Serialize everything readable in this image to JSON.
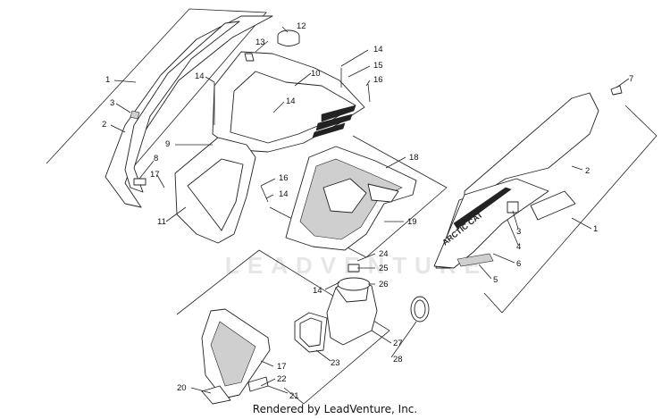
{
  "watermark": "LEADVENTURE",
  "footer": "Rendered by LeadVenture, Inc.",
  "brand_decal": "ARCTIC CAT",
  "callouts": {
    "c1a": "1",
    "c1b": "1",
    "c2a": "2",
    "c2b": "2",
    "c3a": "3",
    "c3b": "3",
    "c4": "4",
    "c5": "5",
    "c6": "6",
    "c7": "7",
    "c8": "8",
    "c9": "9",
    "c10": "10",
    "c11": "11",
    "c12": "12",
    "c13": "13",
    "c14a": "14",
    "c14b": "14",
    "c14c": "14",
    "c14d": "14",
    "c14e": "14",
    "c15": "15",
    "c16a": "16",
    "c16b": "16",
    "c17a": "17",
    "c17b": "17",
    "c18": "18",
    "c19": "19",
    "c20": "20",
    "c21": "21",
    "c22": "22",
    "c23": "23",
    "c24": "24",
    "c25": "25",
    "c26": "26",
    "c27": "27",
    "c28": "28"
  }
}
